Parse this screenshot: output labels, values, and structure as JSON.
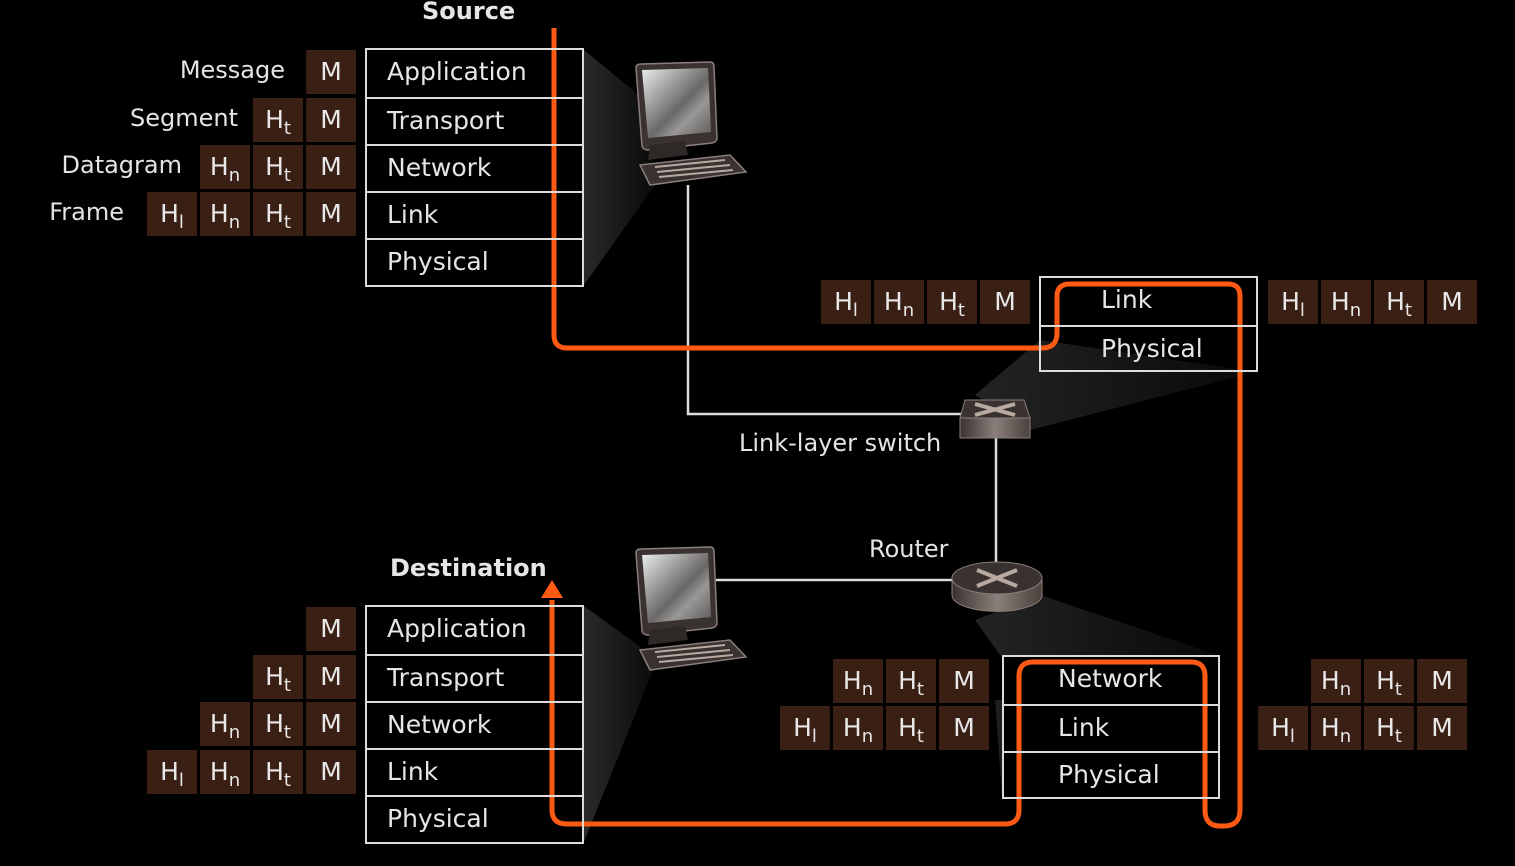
{
  "source": {
    "title": "Source",
    "pdu_labels": [
      "Message",
      "Segment",
      "Datagram",
      "Frame"
    ],
    "layers": [
      "Application",
      "Transport",
      "Network",
      "Link",
      "Physical"
    ],
    "headers": [
      [
        "M"
      ],
      [
        "Ht",
        "M"
      ],
      [
        "Hn",
        "Ht",
        "M"
      ],
      [
        "Hl",
        "Hn",
        "Ht",
        "M"
      ]
    ]
  },
  "destination": {
    "title": "Destination",
    "layers": [
      "Application",
      "Transport",
      "Network",
      "Link",
      "Physical"
    ],
    "headers": [
      [
        "M"
      ],
      [
        "Ht",
        "M"
      ],
      [
        "Hn",
        "Ht",
        "M"
      ],
      [
        "Hl",
        "Hn",
        "Ht",
        "M"
      ]
    ]
  },
  "switch": {
    "label": "Link-layer switch",
    "layers": [
      "Link",
      "Physical"
    ],
    "headers_in": [
      "Hl",
      "Hn",
      "Ht",
      "M"
    ],
    "headers_out": [
      "Hl",
      "Hn",
      "Ht",
      "M"
    ]
  },
  "router": {
    "label": "Router",
    "layers": [
      "Network",
      "Link",
      "Physical"
    ],
    "headers_in": [
      [
        "Hn",
        "Ht",
        "M"
      ],
      [
        "Hl",
        "Hn",
        "Ht",
        "M"
      ]
    ],
    "headers_out": [
      [
        "Hn",
        "Ht",
        "M"
      ],
      [
        "Hl",
        "Hn",
        "Ht",
        "M"
      ]
    ]
  },
  "header_names": {
    "M": {
      "main": "M",
      "sub": ""
    },
    "Ht": {
      "main": "H",
      "sub": "t"
    },
    "Hn": {
      "main": "H",
      "sub": "n"
    },
    "Hl": {
      "main": "H",
      "sub": "l"
    }
  },
  "colors": {
    "path": "#ff5a14",
    "header_bg": "#3a1f15",
    "line": "#dcdcdc"
  }
}
